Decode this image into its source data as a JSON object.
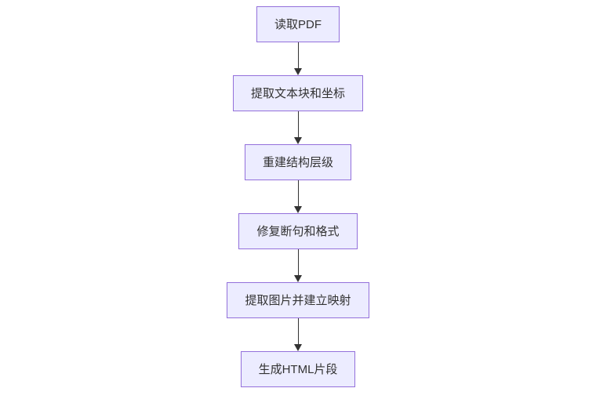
{
  "diagram": {
    "type": "flowchart",
    "direction": "top-down",
    "background": "#ffffff",
    "colors": {
      "node_fill": "#ECECFF",
      "node_border": "#9370DB",
      "node_text": "#333333",
      "arrow": "#333333"
    },
    "nodes": [
      {
        "id": "read-pdf",
        "label": "读取PDF"
      },
      {
        "id": "extract-text-blocks",
        "label": "提取文本块和坐标"
      },
      {
        "id": "rebuild-structure",
        "label": "重建结构层级"
      },
      {
        "id": "fix-breaks-format",
        "label": "修复断句和格式"
      },
      {
        "id": "extract-images-map",
        "label": "提取图片并建立映射"
      },
      {
        "id": "generate-html",
        "label": "生成HTML片段"
      }
    ],
    "edges": [
      {
        "from": "read-pdf",
        "to": "extract-text-blocks"
      },
      {
        "from": "extract-text-blocks",
        "to": "rebuild-structure"
      },
      {
        "from": "rebuild-structure",
        "to": "fix-breaks-format"
      },
      {
        "from": "fix-breaks-format",
        "to": "extract-images-map"
      },
      {
        "from": "extract-images-map",
        "to": "generate-html"
      }
    ]
  }
}
